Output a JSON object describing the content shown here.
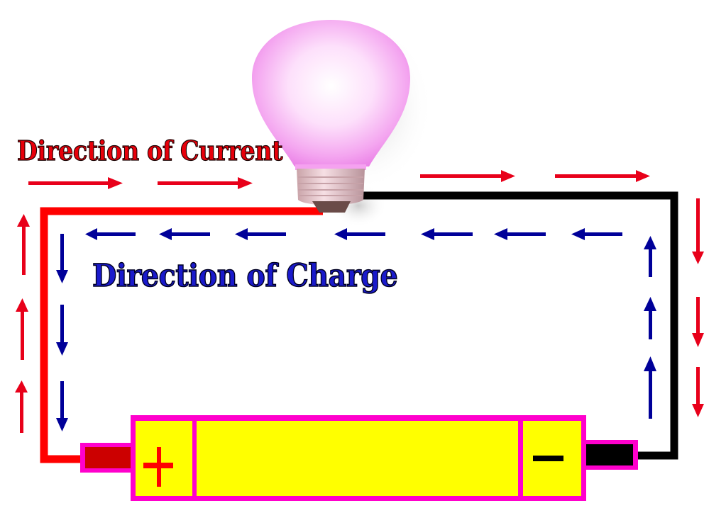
{
  "labels": {
    "current": "Direction of Current",
    "charge": "Direction of Charge"
  },
  "battery": {
    "positive_symbol": "+",
    "negative_symbol": "−"
  },
  "colors": {
    "current_arrow": "#e8001a",
    "charge_arrow": "#000099",
    "positive_wire": "#ff0000",
    "negative_wire": "#000000",
    "battery_fill": "#ffff00",
    "battery_border": "#ff00cc",
    "positive_terminal": "#cc0000",
    "negative_terminal": "#000000",
    "bulb_glass": "#f08cf0"
  },
  "components": {
    "bulb": "light-bulb",
    "battery": "battery-cell"
  }
}
